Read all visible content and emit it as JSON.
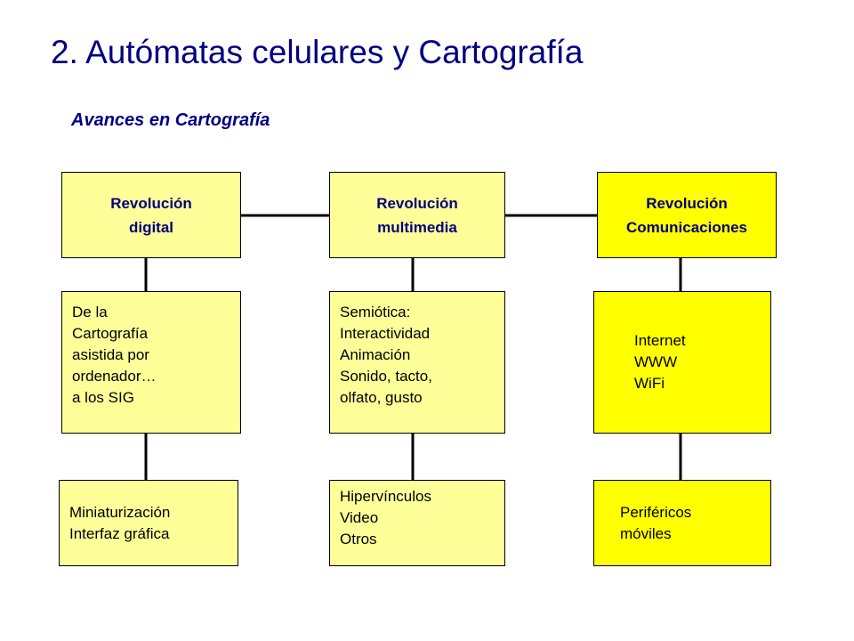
{
  "slide": {
    "title": "2. Autómatas celulares y Cartografía",
    "subtitle": "Avances en Cartografía"
  },
  "colors": {
    "title": "#000080",
    "pale_box": "#FFFF99",
    "bright_box": "#FFFF00",
    "connector": "#000000"
  },
  "columns": [
    {
      "header": [
        "Revolución",
        "digital"
      ],
      "middle": [
        "De la",
        "Cartografía",
        "asistida por",
        "ordenador…",
        "a los SIG"
      ],
      "bottom": [
        "Miniaturización",
        "Interfaz gráfica"
      ]
    },
    {
      "header": [
        "Revolución",
        "multimedia"
      ],
      "middle": [
        "Semiótica:",
        "Interactividad",
        "Animación",
        "Sonido, tacto,",
        "olfato, gusto"
      ],
      "bottom": [
        "Hipervínculos",
        "Video",
        "Otros"
      ]
    },
    {
      "header": [
        "Revolución",
        "Comunicaciones"
      ],
      "middle": [
        "Internet",
        "WWW",
        "WiFi"
      ],
      "bottom": [
        "Periféricos",
        "móviles"
      ]
    }
  ]
}
